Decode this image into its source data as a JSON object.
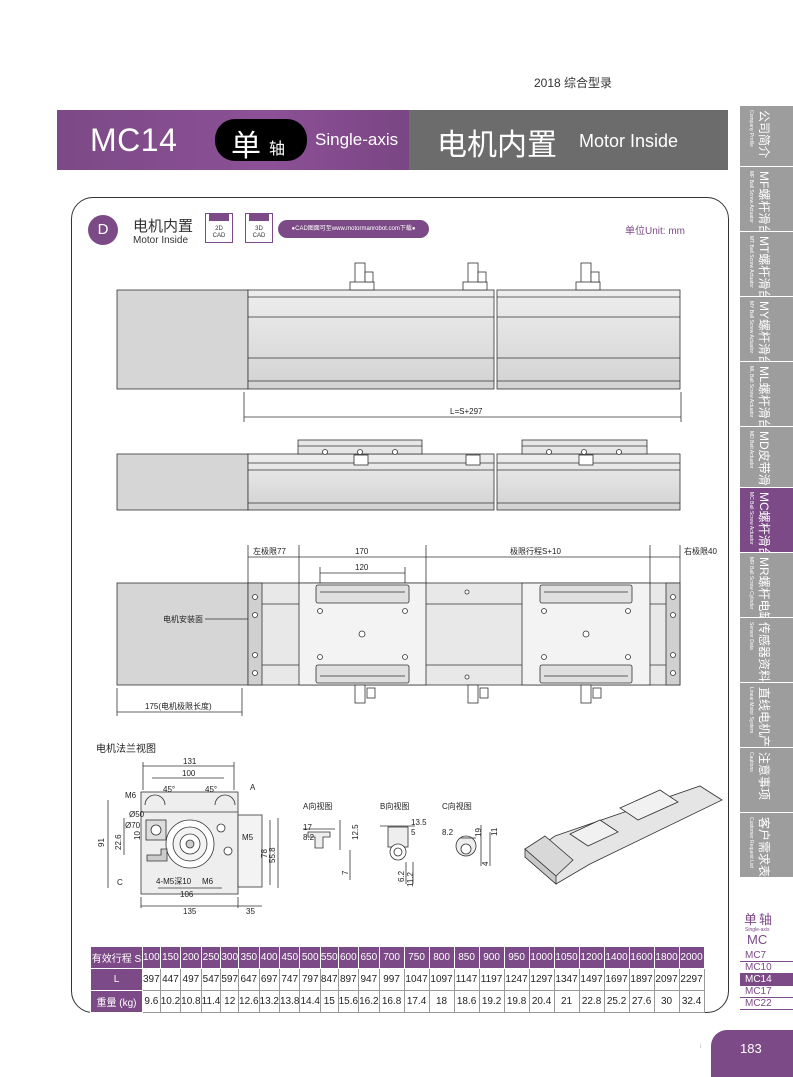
{
  "header": {
    "year_catalog": "2018  综合型录"
  },
  "title": {
    "model": "MC14",
    "pill_big": "单",
    "pill_small": "轴",
    "axis_en": "Single-axis",
    "motor_cn": "电机内置",
    "motor_en": "Motor Inside"
  },
  "side_tabs": [
    {
      "en": "Company Profile",
      "cn": "公司简介",
      "active": false
    },
    {
      "en": "MF Ball Screw Actuator",
      "cn": "MF螺杆滑台",
      "active": false
    },
    {
      "en": "MT Ball Screw Actuator",
      "cn": "MT螺杆滑台",
      "active": false
    },
    {
      "en": "MY Ball Screw Actuator",
      "cn": "MY螺杆滑台",
      "active": false
    },
    {
      "en": "ML Ball Screw Actuator",
      "cn": "ML螺杆滑台",
      "active": false
    },
    {
      "en": "MD Belt Actuator",
      "cn": "MD皮带滑台",
      "active": false
    },
    {
      "en": "MC Ball Screw Actuator",
      "cn": "MC螺杆滑台",
      "active": true
    },
    {
      "en": "MR Ball Screw Cylinder",
      "cn": "MR螺杆电缸",
      "active": false
    },
    {
      "en": "Sensor Data",
      "cn": "传感器资料",
      "active": false
    },
    {
      "en": "Linear Motor System",
      "cn": "直线电机产品",
      "active": false
    },
    {
      "en": "Cautions",
      "cn": "注意事项",
      "active": false
    },
    {
      "en": "Customer Request List",
      "cn": "客户需求表",
      "active": false
    }
  ],
  "section": {
    "badge": "D",
    "cn": "电机内置",
    "en": "Motor Inside",
    "cad2d": "2D\nCAD",
    "cad3d": "3D\nCAD",
    "cad_note": "●CAD图面可至www.motormanrobot.com下载●",
    "unit": "单位Unit: mm"
  },
  "drawing": {
    "total_length": "L=S+297",
    "left_limit": "左极限77",
    "carriage_width": "170",
    "limit_stroke": "极限行程S+10",
    "right_limit": "右极限40",
    "inner_width": "120",
    "motor_mount": "电机安装面",
    "motor_limit": "175(电机极限长度)",
    "flange_title": "电机法兰视图",
    "d131": "131",
    "d100": "100",
    "m6_top": "M6",
    "d50": "Ø50",
    "d70": "Ø70",
    "d45a": "45°",
    "d45b": "45°",
    "label_a": "A",
    "d91": "91",
    "d226": "22.6",
    "d10": "10",
    "m5": "M5",
    "d558": "55.8",
    "d78": "78",
    "label_c": "C",
    "m5_depth": "4-M5深10",
    "d106": "106",
    "m6_bot": "M6",
    "d135": "135",
    "d35": "35",
    "view_a": "A向视图",
    "view_b": "B向视图",
    "view_c": "C向视图",
    "a17": "17",
    "a82": "8.2",
    "a125": "12.5",
    "a7": "7",
    "b135": "13.5",
    "b5": "5",
    "b62": "6.2",
    "b112": "11.2",
    "c82": "8.2",
    "c19": "19",
    "c11": "11",
    "c4": "4"
  },
  "table": {
    "headers": [
      "有效行程 S",
      "100",
      "150",
      "200",
      "250",
      "300",
      "350",
      "400",
      "450",
      "500",
      "550",
      "600",
      "650",
      "700",
      "750",
      "800",
      "850",
      "900",
      "950",
      "1000",
      "1050",
      "1200",
      "1400",
      "1600",
      "1800",
      "2000"
    ],
    "row_l": [
      "L",
      "397",
      "447",
      "497",
      "547",
      "597",
      "647",
      "697",
      "747",
      "797",
      "847",
      "897",
      "947",
      "997",
      "1047",
      "1097",
      "1147",
      "1197",
      "1247",
      "1297",
      "1347",
      "1497",
      "1697",
      "1897",
      "2097",
      "2297"
    ],
    "row_w": [
      "重量 (kg)",
      "9.6",
      "10.2",
      "10.8",
      "11.4",
      "12",
      "12.6",
      "13.2",
      "13.8",
      "14.4",
      "15",
      "15.6",
      "16.2",
      "16.8",
      "17.4",
      "18",
      "18.6",
      "19.2",
      "19.8",
      "20.4",
      "21",
      "22.8",
      "25.2",
      "27.6",
      "30",
      "32.4"
    ]
  },
  "series_list": {
    "cn": "单轴",
    "en": "Single-axis",
    "mc": "MC",
    "items": [
      "MC7",
      "MC10",
      "MC14",
      "MC17",
      "MC22"
    ],
    "active": "MC14"
  },
  "page_number": "183",
  "footer_dot": "i"
}
